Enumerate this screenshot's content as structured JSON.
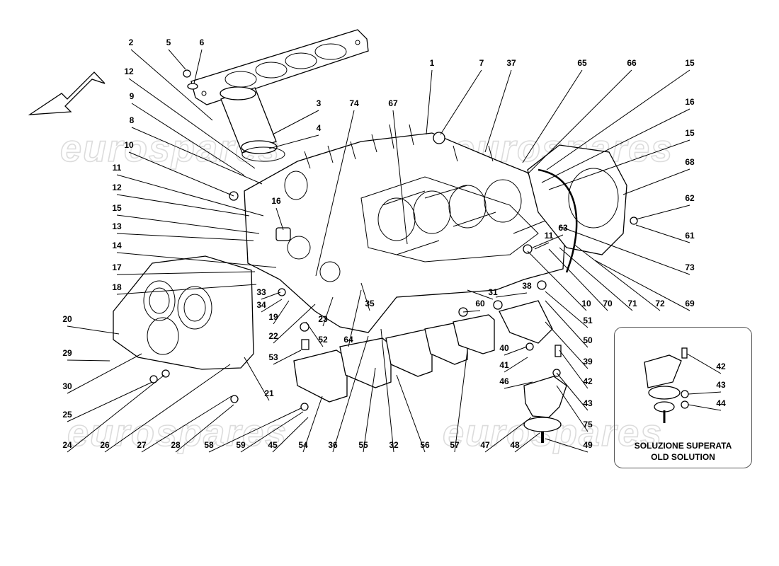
{
  "watermark": "eurospares",
  "inset": {
    "caption_line1": "SOLUZIONE SUPERATA",
    "caption_line2": "OLD SOLUTION"
  },
  "callouts": [
    {
      "id": "c-2",
      "label": "2"
    },
    {
      "id": "c-5",
      "label": "5"
    },
    {
      "id": "c-6",
      "label": "6"
    },
    {
      "id": "c-12a",
      "label": "12"
    },
    {
      "id": "c-9",
      "label": "9"
    },
    {
      "id": "c-8",
      "label": "8"
    },
    {
      "id": "c-10a",
      "label": "10"
    },
    {
      "id": "c-11a",
      "label": "11"
    },
    {
      "id": "c-12b",
      "label": "12"
    },
    {
      "id": "c-15a",
      "label": "15"
    },
    {
      "id": "c-13",
      "label": "13"
    },
    {
      "id": "c-14",
      "label": "14"
    },
    {
      "id": "c-17",
      "label": "17"
    },
    {
      "id": "c-18",
      "label": "18"
    },
    {
      "id": "c-20",
      "label": "20"
    },
    {
      "id": "c-29",
      "label": "29"
    },
    {
      "id": "c-30",
      "label": "30"
    },
    {
      "id": "c-25",
      "label": "25"
    },
    {
      "id": "c-24",
      "label": "24"
    },
    {
      "id": "c-26",
      "label": "26"
    },
    {
      "id": "c-27",
      "label": "27"
    },
    {
      "id": "c-28",
      "label": "28"
    },
    {
      "id": "c-58",
      "label": "58"
    },
    {
      "id": "c-59",
      "label": "59"
    },
    {
      "id": "c-45",
      "label": "45"
    },
    {
      "id": "c-54",
      "label": "54"
    },
    {
      "id": "c-36",
      "label": "36"
    },
    {
      "id": "c-55",
      "label": "55"
    },
    {
      "id": "c-32",
      "label": "32"
    },
    {
      "id": "c-56",
      "label": "56"
    },
    {
      "id": "c-57",
      "label": "57"
    },
    {
      "id": "c-47",
      "label": "47"
    },
    {
      "id": "c-48",
      "label": "48"
    },
    {
      "id": "c-49",
      "label": "49"
    },
    {
      "id": "c-3",
      "label": "3"
    },
    {
      "id": "c-4",
      "label": "4"
    },
    {
      "id": "c-74",
      "label": "74"
    },
    {
      "id": "c-67",
      "label": "67"
    },
    {
      "id": "c-1",
      "label": "1"
    },
    {
      "id": "c-7",
      "label": "7"
    },
    {
      "id": "c-37",
      "label": "37"
    },
    {
      "id": "c-65",
      "label": "65"
    },
    {
      "id": "c-66",
      "label": "66"
    },
    {
      "id": "c-15b",
      "label": "15"
    },
    {
      "id": "c-16a",
      "label": "16"
    },
    {
      "id": "c-15c",
      "label": "15"
    },
    {
      "id": "c-68",
      "label": "68"
    },
    {
      "id": "c-62",
      "label": "62"
    },
    {
      "id": "c-61",
      "label": "61"
    },
    {
      "id": "c-63",
      "label": "63"
    },
    {
      "id": "c-11b",
      "label": "11"
    },
    {
      "id": "c-73",
      "label": "73"
    },
    {
      "id": "c-16b",
      "label": "16"
    },
    {
      "id": "c-33",
      "label": "33"
    },
    {
      "id": "c-34",
      "label": "34"
    },
    {
      "id": "c-19",
      "label": "19"
    },
    {
      "id": "c-22",
      "label": "22"
    },
    {
      "id": "c-23",
      "label": "23"
    },
    {
      "id": "c-35",
      "label": "35"
    },
    {
      "id": "c-53",
      "label": "53"
    },
    {
      "id": "c-52",
      "label": "52"
    },
    {
      "id": "c-64",
      "label": "64"
    },
    {
      "id": "c-21",
      "label": "21"
    },
    {
      "id": "c-60",
      "label": "60"
    },
    {
      "id": "c-31",
      "label": "31"
    },
    {
      "id": "c-38",
      "label": "38"
    },
    {
      "id": "c-10b",
      "label": "10"
    },
    {
      "id": "c-70",
      "label": "70"
    },
    {
      "id": "c-71",
      "label": "71"
    },
    {
      "id": "c-72",
      "label": "72"
    },
    {
      "id": "c-69",
      "label": "69"
    },
    {
      "id": "c-51",
      "label": "51"
    },
    {
      "id": "c-50",
      "label": "50"
    },
    {
      "id": "c-39",
      "label": "39"
    },
    {
      "id": "c-40",
      "label": "40"
    },
    {
      "id": "c-41",
      "label": "41"
    },
    {
      "id": "c-42a",
      "label": "42"
    },
    {
      "id": "c-46",
      "label": "46"
    },
    {
      "id": "c-43a",
      "label": "43"
    },
    {
      "id": "c-75",
      "label": "75"
    },
    {
      "id": "c-42b",
      "label": "42"
    },
    {
      "id": "c-43b",
      "label": "43"
    },
    {
      "id": "c-44",
      "label": "44"
    }
  ]
}
